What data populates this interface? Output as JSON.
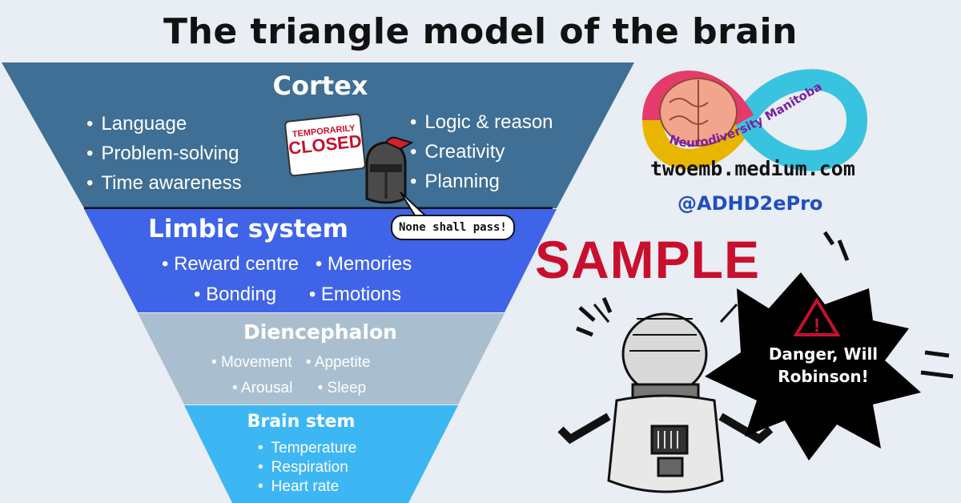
{
  "title": "The triangle model of the brain",
  "colors": {
    "cortex": "#3f6f95",
    "limbic": "#3f64e8",
    "diencephalon": "#a9bfcf",
    "brainstem": "#3db7f4",
    "sample": "#c8102e",
    "handle": "#1f4fbf"
  },
  "layers": {
    "cortex": {
      "title": "Cortex",
      "left_items": [
        "Language",
        "Problem-solving",
        "Time awareness"
      ],
      "right_items": [
        "Logic & reason",
        "Creativity",
        "Planning"
      ]
    },
    "limbic": {
      "title": "Limbic system",
      "items_row1": [
        "Reward centre",
        "Memories"
      ],
      "items_row2": [
        "Bonding",
        "Emotions"
      ]
    },
    "diencephalon": {
      "title": "Diencephalon",
      "items_row1": [
        "Movement",
        "Appetite"
      ],
      "items_row2": [
        "Arousal",
        "Sleep"
      ]
    },
    "brainstem": {
      "title": "Brain stem",
      "items": [
        "Temperature",
        "Respiration",
        "Heart rate"
      ]
    }
  },
  "sign": {
    "line1": "TEMPORARILY",
    "line2": "CLOSED"
  },
  "knight_bubble": "None shall pass!",
  "logo_text": "Neurodiversity Manitoba",
  "site": "twoemb.medium.com",
  "handle": "@ADHD2ePro",
  "watermark": "SAMPLE",
  "robot_speech": "Danger, Will Robinson!"
}
